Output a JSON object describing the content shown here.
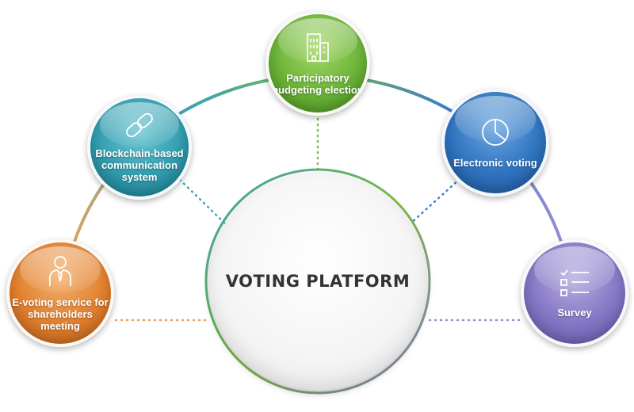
{
  "diagram": {
    "center": {
      "title": "VOTING PLATFORM"
    },
    "nodes": [
      {
        "key": "participatory",
        "label": "Participatory budgeting election",
        "icon": "building-icon",
        "color": "#6ab337"
      },
      {
        "key": "blockchain",
        "label": "Blockchain-based communication system",
        "icon": "chain-link-icon",
        "color": "#2f9bad"
      },
      {
        "key": "electronic",
        "label": "Electronic voting",
        "icon": "pie-chart-icon",
        "color": "#2f73bf"
      },
      {
        "key": "shareholders",
        "label": "E-voting service for shareholders meeting",
        "icon": "person-tie-icon",
        "color": "#e07f2e"
      },
      {
        "key": "survey",
        "label": "Survey",
        "icon": "checklist-icon",
        "color": "#8476c4"
      }
    ]
  }
}
